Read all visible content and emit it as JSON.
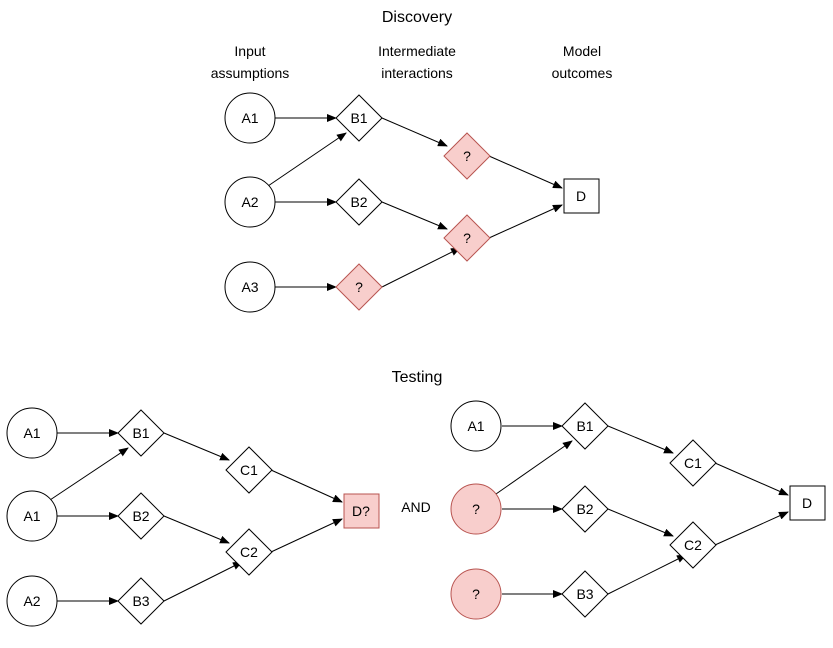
{
  "colors": {
    "stroke": "#000000",
    "node_fill": "#ffffff",
    "unknown_fill": "#f8cecc",
    "unknown_stroke": "#b85450"
  },
  "discovery": {
    "title": "Discovery",
    "headers": {
      "input": [
        "Input",
        "assumptions"
      ],
      "intermediate": [
        "Intermediate",
        "interactions"
      ],
      "outcome": [
        "Model",
        "outcomes"
      ]
    },
    "nodes": {
      "a1": "A1",
      "a2": "A2",
      "a3": "A3",
      "b1": "B1",
      "b2": "B2",
      "q_b3": "?",
      "q_c1": "?",
      "q_c2": "?",
      "d": "D"
    }
  },
  "testing": {
    "title": "Testing",
    "connector": "AND",
    "left": {
      "nodes": {
        "a1_top": "A1",
        "a1_mid": "A1",
        "a2": "A2",
        "b1": "B1",
        "b2": "B2",
        "b3": "B3",
        "c1": "C1",
        "c2": "C2",
        "d_q": "D?"
      }
    },
    "right": {
      "nodes": {
        "a1": "A1",
        "q_mid": "?",
        "q_bot": "?",
        "b1": "B1",
        "b2": "B2",
        "b3": "B3",
        "c1": "C1",
        "c2": "C2",
        "d": "D"
      }
    }
  }
}
